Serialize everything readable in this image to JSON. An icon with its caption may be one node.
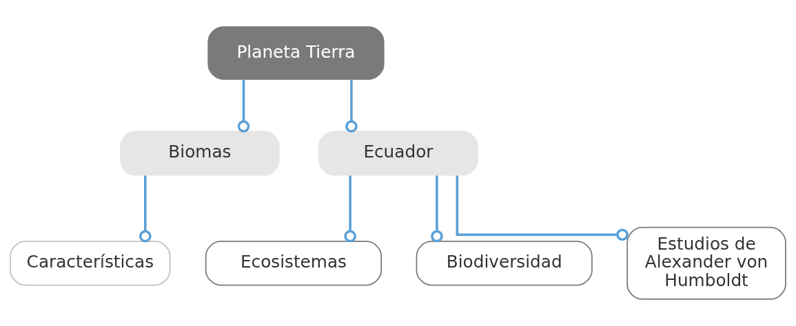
{
  "diagram": {
    "nodes": [
      {
        "text": [
          "Planeta Tierra"
        ]
      },
      {
        "text": [
          "Biomas"
        ]
      },
      {
        "text": [
          "Ecuador"
        ]
      },
      {
        "text": [
          "Características"
        ]
      },
      {
        "text": [
          "Ecosistemas"
        ]
      },
      {
        "text": [
          "Biodiversidad"
        ]
      },
      {
        "text": [
          "Estudios de Alexander von Humboldt"
        ]
      }
    ],
    "edges": [
      {
        "from": 0,
        "to": 1,
        "arrow": "other"
      },
      {
        "from": 0,
        "to": 2,
        "arrow": "other"
      },
      {
        "from": 1,
        "to": 3,
        "arrow": "other"
      },
      {
        "from": 2,
        "to": 4,
        "arrow": "other"
      },
      {
        "from": 2,
        "to": 5,
        "arrow": "other"
      },
      {
        "from": 2,
        "to": 6,
        "arrow": "other"
      }
    ]
  }
}
